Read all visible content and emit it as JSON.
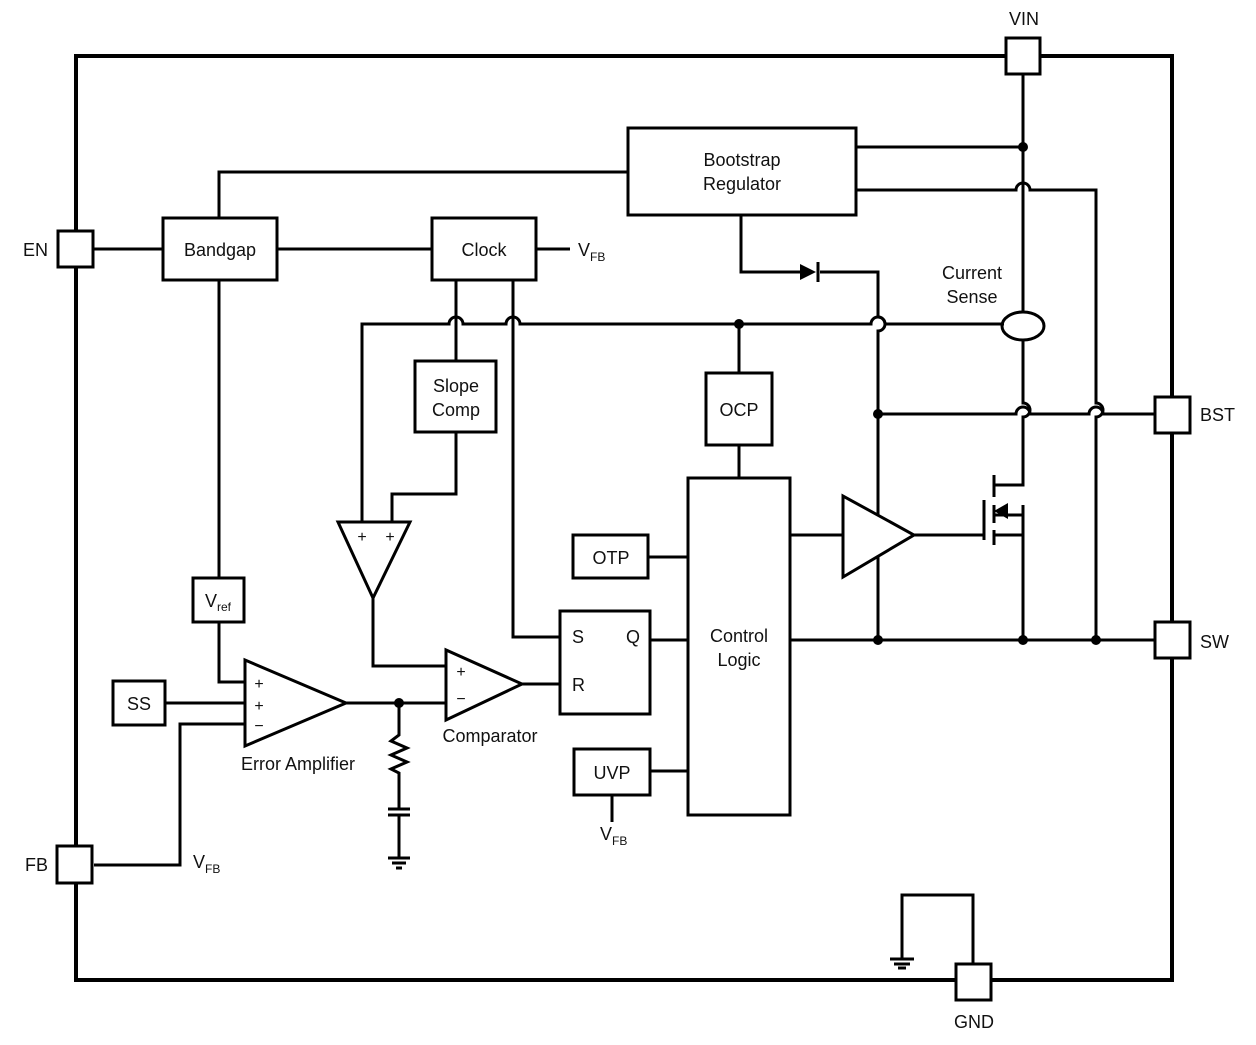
{
  "pins": {
    "vin": "VIN",
    "en": "EN",
    "bst": "BST",
    "sw": "SW",
    "fb": "FB",
    "gnd": "GND"
  },
  "blocks": {
    "bootstrap_line1": "Bootstrap",
    "bootstrap_line2": "Regulator",
    "bandgap": "Bandgap",
    "clock": "Clock",
    "slope_line1": "Slope",
    "slope_line2": "Comp",
    "ocp": "OCP",
    "otp": "OTP",
    "uvp": "UVP",
    "ss": "SS",
    "vref_main": "V",
    "vref_sub": "ref",
    "control_line1": "Control",
    "control_line2": "Logic",
    "sr_s": "S",
    "sr_q": "Q",
    "sr_r": "R"
  },
  "labels": {
    "current_sense_line1": "Current",
    "current_sense_line2": "Sense",
    "error_amplifier": "Error Amplifier",
    "comparator": "Comparator",
    "vfb_main": "V",
    "vfb_sub": "FB",
    "plus": "+",
    "minus": "−"
  },
  "colors": {
    "line": "#000000",
    "background": "#ffffff"
  }
}
